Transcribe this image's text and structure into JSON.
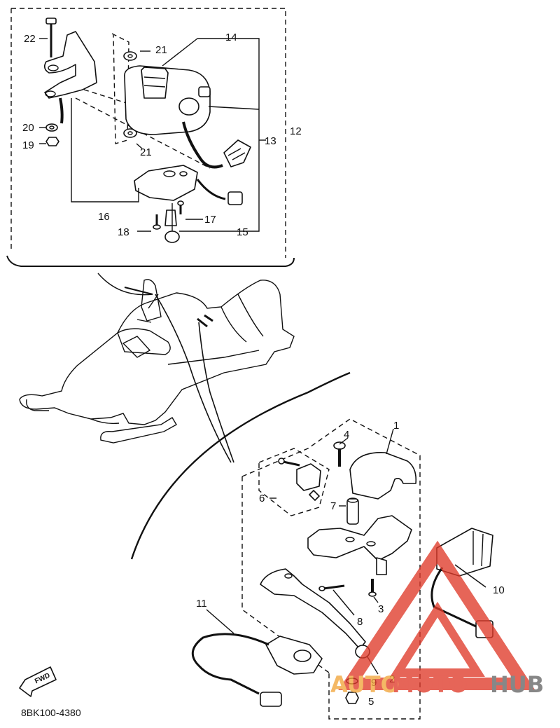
{
  "callouts": {
    "c1": "1",
    "c2": "2",
    "c3": "3",
    "c4": "4",
    "c5": "5",
    "c6": "6",
    "c7": "7",
    "c8": "8",
    "c9": "9",
    "c10": "10",
    "c11": "11",
    "c12": "12",
    "c13": "13",
    "c14": "14",
    "c15": "15",
    "c16": "16",
    "c17": "17",
    "c18": "18",
    "c19": "19",
    "c20": "20",
    "c21a": "21",
    "c21b": "21",
    "c22": "22"
  },
  "diagram_code": "8BK100-4380",
  "direction_badge": "FWD",
  "watermark": {
    "part1": "AUTO",
    "part2": "MOTO",
    "part3": "HUB"
  },
  "colors": {
    "line": "#111111",
    "watermark_red": "#e03a2a",
    "watermark_orange": "#f2a53a",
    "watermark_gray": "#666666"
  }
}
